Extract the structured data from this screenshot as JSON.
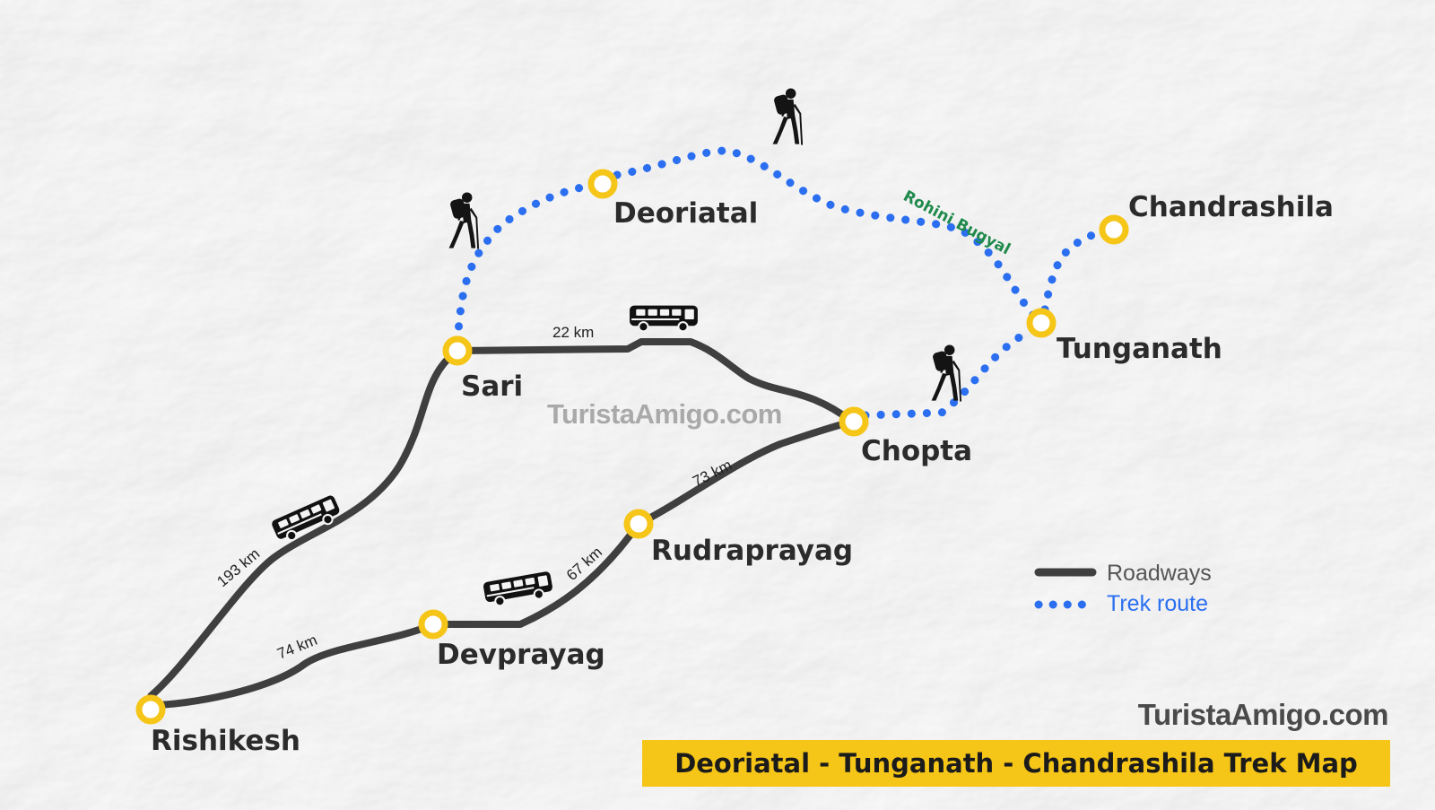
{
  "map": {
    "title": "Deoriatal - Tunganath - Chandrashila Trek Map",
    "website": "TuristaAmigo.com",
    "watermark": "TuristaAmigo.com",
    "colors": {
      "road": "#3f3f3f",
      "trek": "#2b6ff0",
      "marker": "#f5c518",
      "banner": "#f5c518",
      "meadow_text": "#1f8a4c",
      "legend_trek_text": "#2b6ff0",
      "legend_road_text": "#555555"
    },
    "places": {
      "chandrashila": "Chandrashila",
      "deoriatal": "Deoriatal",
      "tunganath": "Tunganath",
      "sari": "Sari",
      "chopta": "Chopta",
      "rudraprayag": "Rudraprayag",
      "devprayag": "Devprayag",
      "rishikesh": "Rishikesh"
    },
    "meadow": "Rohini Bugyal",
    "distances": {
      "sari_chopta": "22 km",
      "rishikesh_sari": "193 km",
      "rudraprayag_chopta": "73 km",
      "devprayag_rudraprayag": "67 km",
      "rishikesh_devprayag": "74 km"
    },
    "legend": {
      "road": "Roadways",
      "trek": "Trek route"
    },
    "icons": [
      "hiker-icon",
      "bus-icon",
      "location-marker-icon"
    ]
  }
}
